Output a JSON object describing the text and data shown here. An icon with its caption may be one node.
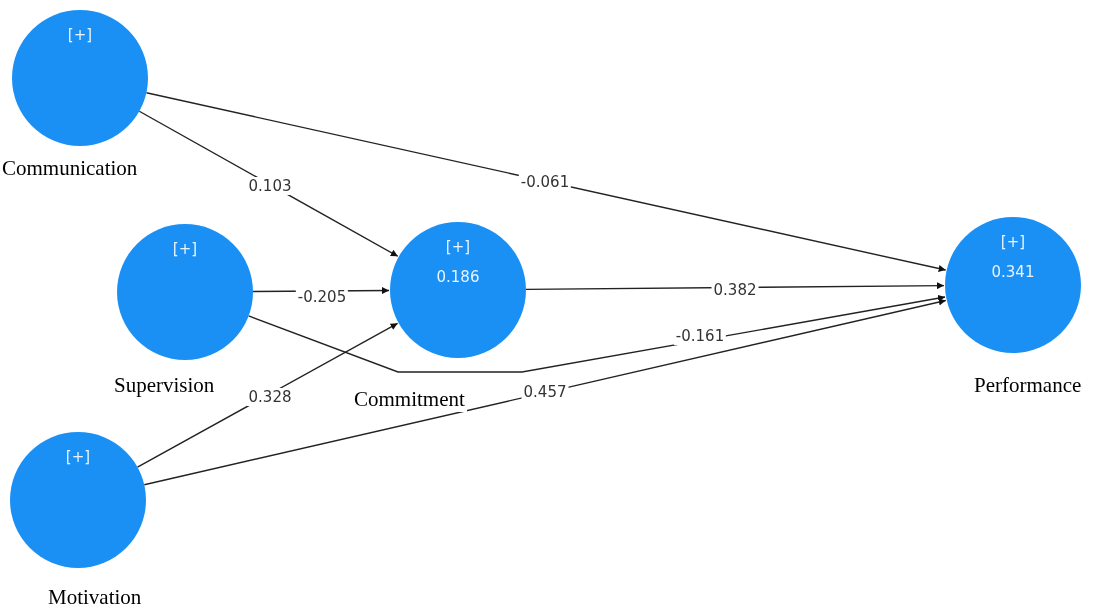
{
  "diagram": {
    "nodes": [
      {
        "text": [
          "[+]",
          "Communication"
        ]
      },
      {
        "text": [
          "[+]",
          "Supervision"
        ]
      },
      {
        "text": [
          "[+]",
          "Motivation"
        ]
      },
      {
        "text": [
          "[+]",
          "0.186",
          "Commitment"
        ]
      },
      {
        "text": [
          "[+]",
          "0.341",
          "Performance"
        ]
      }
    ],
    "edges": [
      {
        "from": 0,
        "to": 3,
        "arrow": "to",
        "label": "0.103"
      },
      {
        "from": 0,
        "to": 4,
        "arrow": "to",
        "label": "-0.061"
      },
      {
        "from": 1,
        "to": 3,
        "arrow": "to",
        "label": "-0.205"
      },
      {
        "from": 1,
        "to": 4,
        "arrow": "to",
        "label": "-0.161"
      },
      {
        "from": 3,
        "to": 4,
        "arrow": "to",
        "label": "0.382"
      },
      {
        "from": 2,
        "to": 3,
        "arrow": "to",
        "label": "0.328"
      },
      {
        "from": 2,
        "to": 4,
        "arrow": "to",
        "label": "0.457"
      }
    ]
  }
}
